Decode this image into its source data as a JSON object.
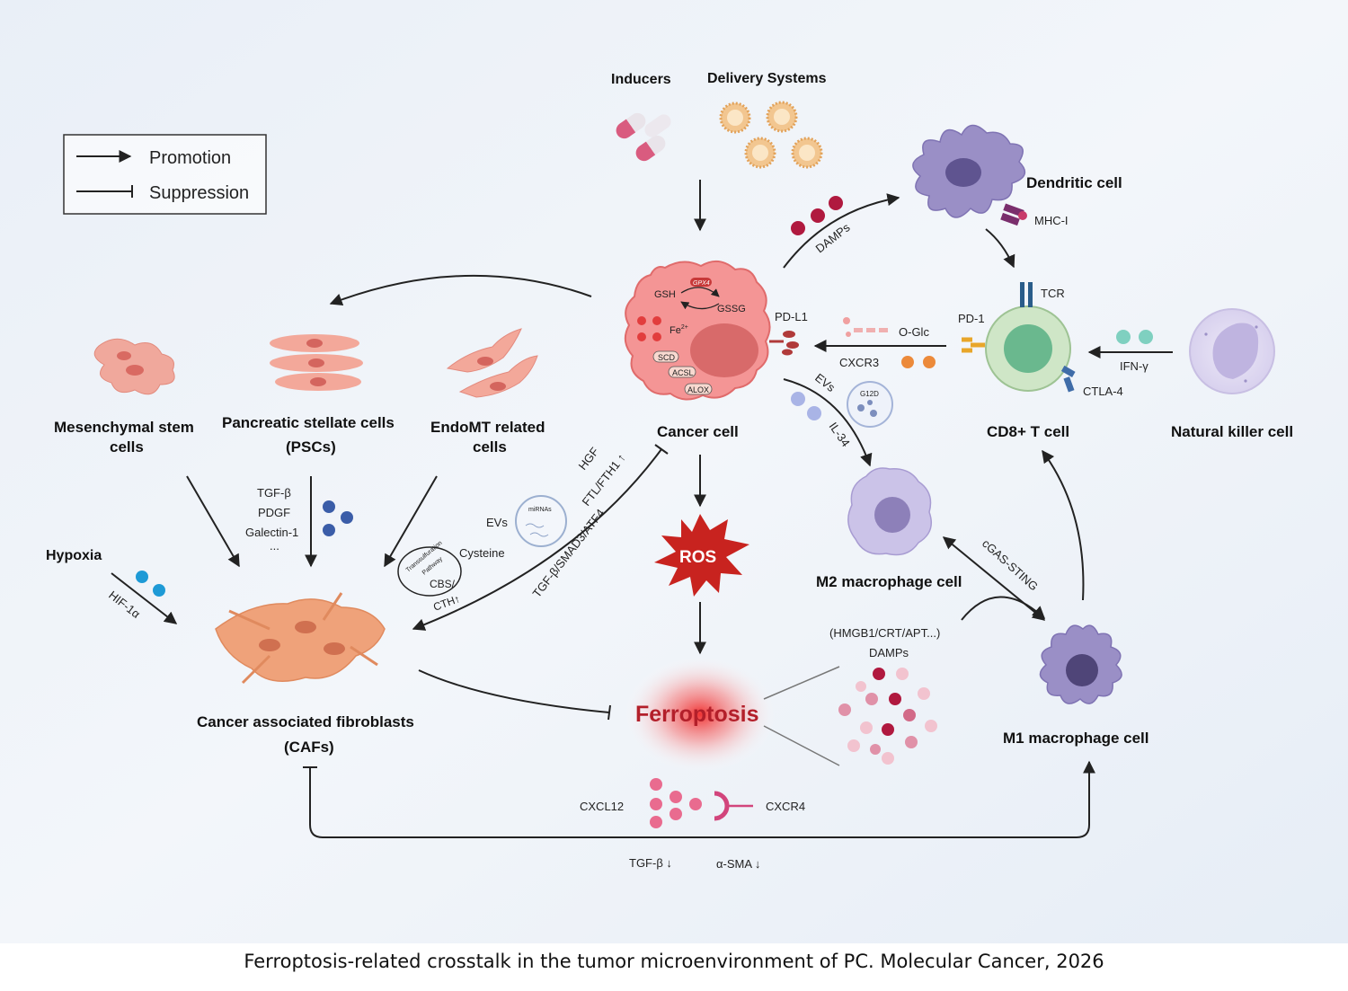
{
  "legend": {
    "promotion": "Promotion",
    "suppression": "Suppression"
  },
  "top": {
    "inducers": "Inducers",
    "delivery_systems": "Delivery Systems"
  },
  "cells": {
    "msc_line1": "Mesenchymal stem",
    "msc_line2": "cells",
    "psc_line1": "Pancreatic stellate cells",
    "psc_line2": "(PSCs)",
    "endomt_line1": "EndoMT related",
    "endomt_line2": "cells",
    "cancer": "Cancer cell",
    "dendritic": "Dendritic cell",
    "cd8": "CD8+ T cell",
    "nk": "Natural killer cell",
    "m2": "M2 macrophage cell",
    "m1": "M1 macrophage cell",
    "caf_line1": "Cancer associated fibroblasts",
    "caf_line2": "(CAFs)"
  },
  "cancer_internal": {
    "gsh": "GSH",
    "gpx4": "GPX4",
    "gssg": "GSSG",
    "fe": "Fe",
    "fe_sup": "2+",
    "scd": "SCD",
    "acsl": "ACSL",
    "alox": "ALOX"
  },
  "labels": {
    "pdl1": "PD-L1",
    "mhc": "MHC-I",
    "tcr": "TCR",
    "pd1": "PD-1",
    "oglc": "O-Glc",
    "cxcr3": "CXCR3",
    "ctla4": "CTLA-4",
    "ifng": "IFN-γ",
    "damps": "DAMPs",
    "evs": "EVs",
    "il34": "IL-34",
    "g12d": "G12D",
    "hgf": "HGF",
    "ftl": "FTL/FTH1 ↑",
    "tgf_smad": "TGF-β/SMAD3/ATF4",
    "tgfb": "TGF-β",
    "pdgf": "PDGF",
    "galectin": "Galectin-1",
    "ellipsis": "...",
    "hypoxia": "Hypoxia",
    "hif": "HIF-1α",
    "evs2": "EVs",
    "mirnas": "miRNAs",
    "cysteine": "Cysteine",
    "transsulfuration": "Transsulfuration",
    "pathway": "Pathway",
    "cbs": "CBS/",
    "cth": "CTH↑",
    "ros": "ROS",
    "ferroptosis": "Ferroptosis",
    "cgas": "cGAS-STING",
    "hmgb": "(HMGB1/CRT/APT...)",
    "damps2": "DAMPs",
    "cxcl12": "CXCL12",
    "cxcr4": "CXCR4",
    "tgfb_down": "TGF-β ↓",
    "asma_down": "α-SMA ↓"
  },
  "caption": "Ferroptosis-related crosstalk in the tumor microenvironment of PC. Molecular Cancer, 2026",
  "colors": {
    "cancer": "#f08a8a",
    "ros": "#c8231f",
    "ferroptosis": "#b31f2a",
    "caf": "#ee9a73",
    "macrophage": "#9a90c8",
    "tcell": "#bfe0b8",
    "legend_border": "#333333"
  }
}
